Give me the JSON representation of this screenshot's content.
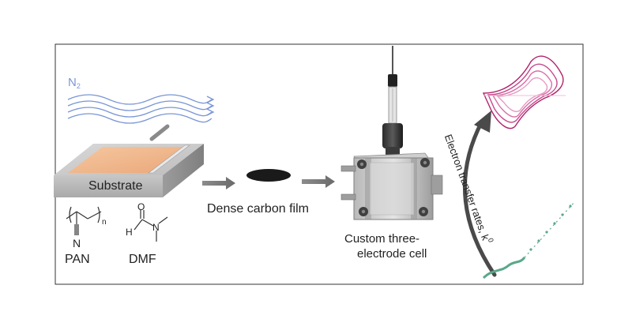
{
  "gas": {
    "symbol": "N",
    "subscript": "2"
  },
  "substrate_label": "Substrate",
  "film_label": "Dense carbon film",
  "cell_label_line1": "Custom three-",
  "cell_label_line2": "electrode cell",
  "arc_label_text": "Electron transfer rates, k",
  "arc_label_superscript": "0",
  "polymer": {
    "name": "PAN",
    "repeat_subscript": "n",
    "nitrogen": "N"
  },
  "solvent": {
    "name": "DMF",
    "atom_h": "H",
    "atom_o": "O",
    "atom_n": "N"
  },
  "colors": {
    "gas_lines": "#7a96d6",
    "film_coating": "#f2b98e",
    "cv_curves": "#c2327f",
    "kinetic_plot": "#5aa88a",
    "arrow_gray": "#7d7d7d",
    "border": "#333333"
  }
}
